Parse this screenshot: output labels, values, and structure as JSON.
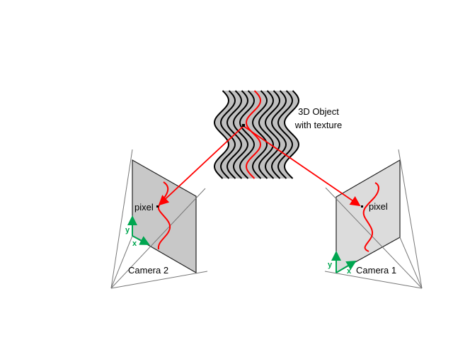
{
  "object": {
    "line1": "3D Object",
    "line2": "with texture"
  },
  "camera2": {
    "label": "Camera 2",
    "pixel_label": "pixel",
    "x_axis": "x",
    "y_axis": "y"
  },
  "camera1": {
    "label": "Camera 1",
    "pixel_label": "pixel",
    "x_axis": "x",
    "y_axis": "y"
  },
  "colors": {
    "ray": "#ff0000",
    "axis": "#00a650",
    "plane2": "#c8c8c8",
    "plane1": "#dcdcdc",
    "object": "#c0c0c0"
  }
}
